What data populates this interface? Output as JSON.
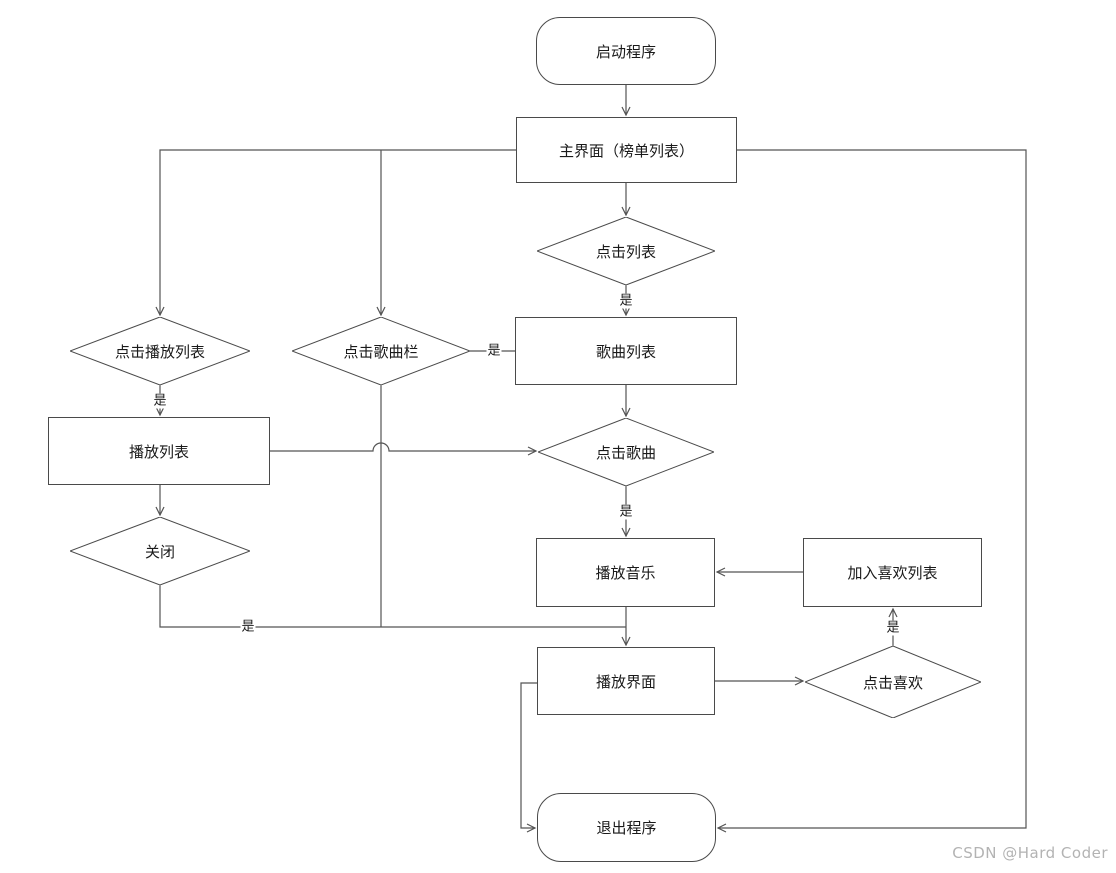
{
  "diagram": {
    "type": "flowchart",
    "language": "zh-CN",
    "colors": {
      "background": "#ffffff",
      "connector": "#545454",
      "shape_border": "#4a4a4a",
      "shape_fill": "#ffffff",
      "text": "#1a1a1a",
      "watermark": "#b3b3b3"
    }
  },
  "nodes": {
    "start": {
      "label": "启动程序",
      "shape": "terminator"
    },
    "main_screen": {
      "label": "主界面（榜单列表）",
      "shape": "process"
    },
    "click_list": {
      "label": "点击列表",
      "shape": "decision"
    },
    "song_list": {
      "label": "歌曲列表",
      "shape": "process"
    },
    "click_song": {
      "label": "点击歌曲",
      "shape": "decision"
    },
    "play_music": {
      "label": "播放音乐",
      "shape": "process"
    },
    "add_favorite_list": {
      "label": "加入喜欢列表",
      "shape": "process"
    },
    "play_screen": {
      "label": "播放界面",
      "shape": "process"
    },
    "click_favorite": {
      "label": "点击喜欢",
      "shape": "decision"
    },
    "exit": {
      "label": "退出程序",
      "shape": "terminator"
    },
    "click_playlist": {
      "label": "点击播放列表",
      "shape": "decision"
    },
    "click_song_bar": {
      "label": "点击歌曲栏",
      "shape": "decision"
    },
    "playlist": {
      "label": "播放列表",
      "shape": "process"
    },
    "close": {
      "label": "关闭",
      "shape": "decision"
    }
  },
  "edge_labels": {
    "yes": "是"
  },
  "watermark": {
    "text": "CSDN @Hard Coder"
  }
}
